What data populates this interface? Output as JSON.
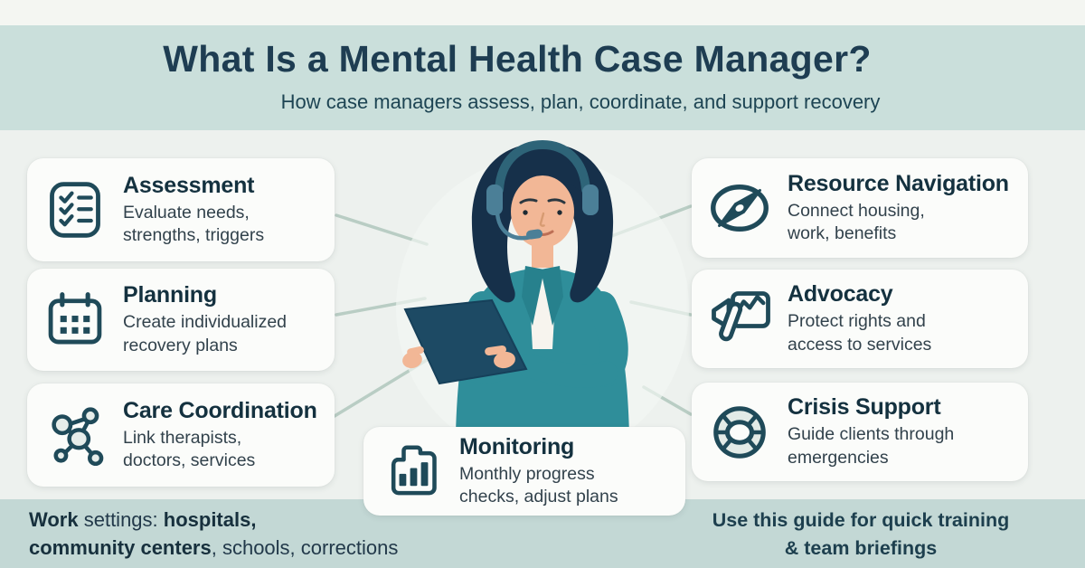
{
  "header": {
    "title": "What Is a Mental Health Case Manager?",
    "subtitle": "How case managers assess, plan, coordinate, and support recovery"
  },
  "roles": {
    "left": [
      {
        "icon": "checklist-icon",
        "title": "Assessment",
        "description": "Evaluate needs,\nstrengths, triggers"
      },
      {
        "icon": "calendar-icon",
        "title": "Planning",
        "description": "Create individualized\nrecovery plans"
      },
      {
        "icon": "network-icon",
        "title": "Care Coordination",
        "description": "Link therapists,\ndoctors, services"
      }
    ],
    "right": [
      {
        "icon": "compass-icon",
        "title": "Resource Navigation",
        "description": "Connect housing,\nwork, benefits"
      },
      {
        "icon": "megaphone-icon",
        "title": "Advocacy",
        "description": "Protect rights and\naccess to services"
      },
      {
        "icon": "lifebuoy-icon",
        "title": "Crisis Support",
        "description": "Guide clients through\nemergencies"
      }
    ],
    "bottom": [
      {
        "icon": "bar-chart-icon",
        "title": "Monitoring",
        "description": "Monthly progress\nchecks, adjust plans"
      }
    ]
  },
  "footer": {
    "work_settings": {
      "w1": "Work",
      "w2": " settings: ",
      "w3": "hospitals,",
      "w4": "community centers",
      "w5": ", schools, corrections"
    },
    "usage_note": "Use this guide for quick training\n& team briefings"
  },
  "illustration": {
    "subject": "Mental health case manager wearing a headset, holding a tablet"
  },
  "colors": {
    "header_band": "#cadfdb",
    "bottom_band": "#c3d8d5",
    "body_background": "#edf1ee",
    "top_strip": "#f4f6f2",
    "card_background": "#fbfcfa",
    "heading_text": "#1e3d52",
    "card_title_text": "#14313f",
    "card_body_text": "#32424c",
    "icon_stroke": "#1f4a59",
    "connector_line": "#b7ccc2",
    "blazer": "#2f8e9a",
    "hair": "#16304a",
    "skin": "#f2b796",
    "tablet": "#1d4a64",
    "headset": "#4b7f97",
    "shirt": "#f7f4ee"
  }
}
